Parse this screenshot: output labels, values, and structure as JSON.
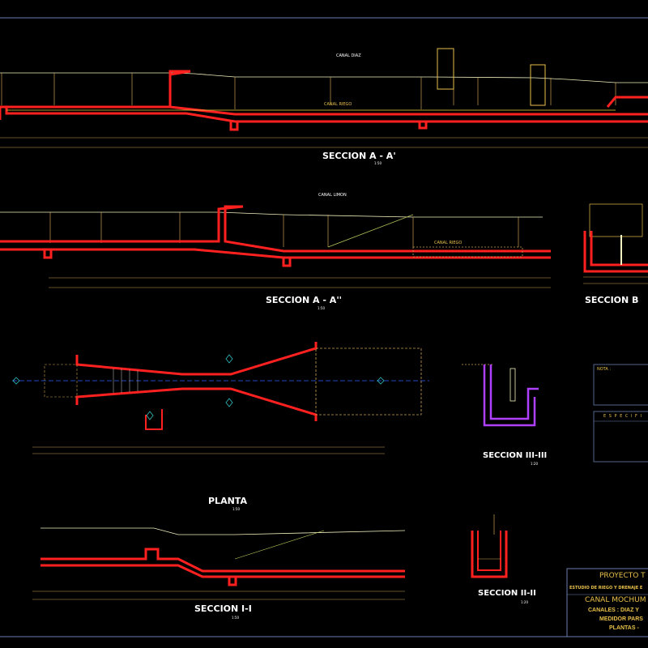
{
  "colors": {
    "background": "#000000",
    "concrete_outline": "#ff2020",
    "dimension": "#c8a050",
    "text": "#ffffff",
    "title_text": "#e8c04a",
    "frame": "#6a7fb0",
    "axis": "#3060ff",
    "section_III": "#b040ff"
  },
  "drawings": {
    "section_a1": {
      "title": "SECCION A - A'",
      "scale": "1:50",
      "label": "CANAL DIAZ",
      "channel_label": "CANAL RIEGO"
    },
    "section_a2": {
      "title": "SECCION A - A''",
      "scale": "1:50",
      "label": "CANAL LIMON",
      "channel_label": "CANAL RIEGO"
    },
    "section_b": {
      "title": "SECCION B"
    },
    "planta": {
      "title": "PLANTA",
      "scale": "1:50"
    },
    "section_3": {
      "title": "SECCION III-III",
      "scale": "1:20"
    },
    "section_2": {
      "title": "SECCION II-II",
      "scale": "1:20"
    },
    "section_1": {
      "title": "SECCION I-I",
      "scale": "1:50"
    }
  },
  "notes": {
    "heading": "NOTA :",
    "specs_heading": "E S P E C I F I"
  },
  "title_block": {
    "project": "PROYECTO T",
    "study": "ESTUDIO DE RIEGO Y DRENAJE E",
    "canal": "CANAL MOCHUM",
    "canales": "CANALES : DIAZ Y",
    "medidor": "MEDIDOR PARS",
    "plantas": "PLANTAS -"
  }
}
